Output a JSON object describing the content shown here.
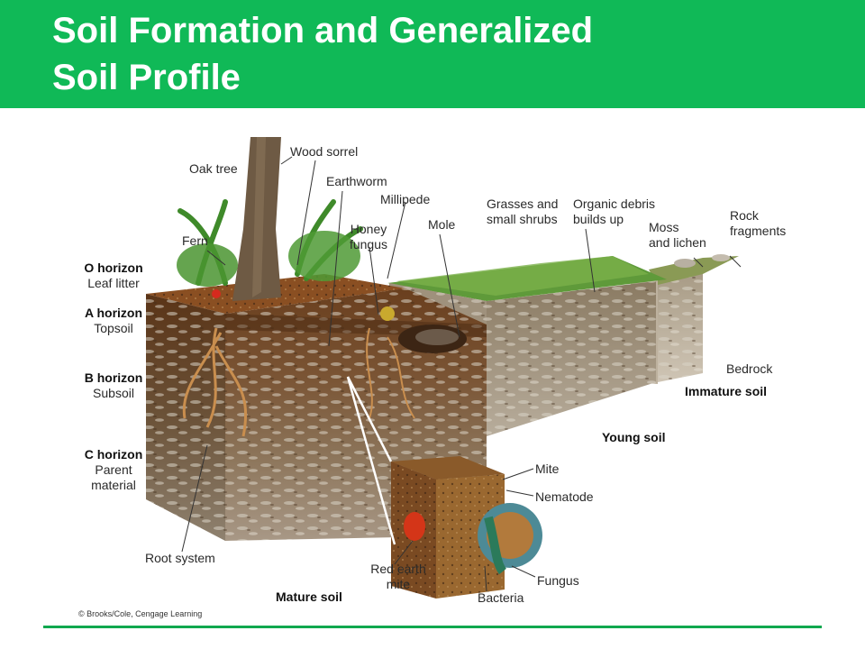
{
  "header": {
    "title_line1": "Soil Formation and Generalized",
    "title_line2": "Soil Profile",
    "bg_color": "#10b957"
  },
  "horizons": [
    {
      "name": "O horizon",
      "desc": "Leaf litter"
    },
    {
      "name": "A horizon",
      "desc": "Topsoil"
    },
    {
      "name": "B horizon",
      "desc": "Subsoil"
    },
    {
      "name": "C horizon",
      "desc": "Parent material",
      "desc_line1": "Parent",
      "desc_line2": "material"
    }
  ],
  "labels": {
    "oak_tree": "Oak tree",
    "wood_sorrel": "Wood sorrel",
    "earthworm": "Earthworm",
    "millipede": "Millipede",
    "honey_fungus_1": "Honey",
    "honey_fungus_2": "fungus",
    "mole": "Mole",
    "fern": "Fern",
    "grasses_1": "Grasses and",
    "grasses_2": "small shrubs",
    "organic_1": "Organic debris",
    "organic_2": "builds up",
    "moss_1": "Moss",
    "moss_2": "and lichen",
    "rock_1": "Rock",
    "rock_2": "fragments",
    "bedrock": "Bedrock",
    "immature_soil": "Immature soil",
    "young_soil": "Young soil",
    "mature_soil": "Mature soil",
    "mite": "Mite",
    "nematode": "Nematode",
    "fungus": "Fungus",
    "bacteria": "Bacteria",
    "red_mite_1": "Red earth",
    "red_mite_2": "mite",
    "root_system": "Root system"
  },
  "credit": "© Brooks/Cole, Cengage Learning"
}
